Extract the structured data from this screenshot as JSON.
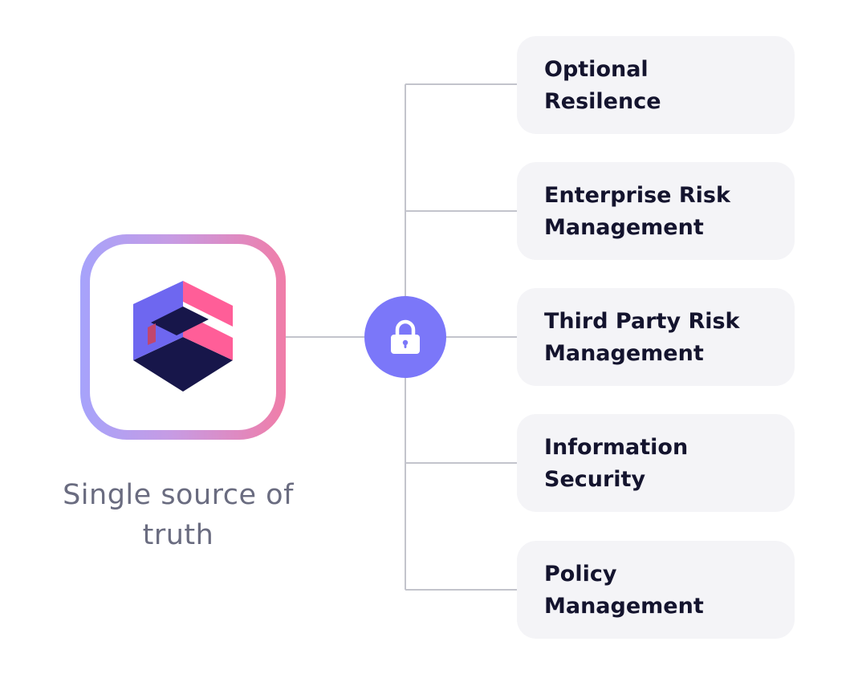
{
  "hub": {
    "caption": "Single source\nof truth",
    "logo_icon": "isometric-stairs-logo-icon",
    "lock_icon": "padlock-icon"
  },
  "modules": [
    {
      "label": "Optional\nResilence"
    },
    {
      "label": "Enterprise Risk\nManagement"
    },
    {
      "label": "Third Party Risk\nManagement"
    },
    {
      "label": "Information\nSecurity"
    },
    {
      "label": "Policy\nManagement"
    }
  ],
  "colors": {
    "accent": "#7b77f9",
    "card_background": "#f4f4f7",
    "card_text": "#14142e",
    "caption_text": "#6a6c80",
    "connector": "#c3c4cc",
    "logo_pink": "#ff5e98",
    "logo_purple": "#6e67f0",
    "logo_navy": "#17164a",
    "frame_gradient_start": "#a6a3fb",
    "frame_gradient_end": "#f07da8"
  }
}
